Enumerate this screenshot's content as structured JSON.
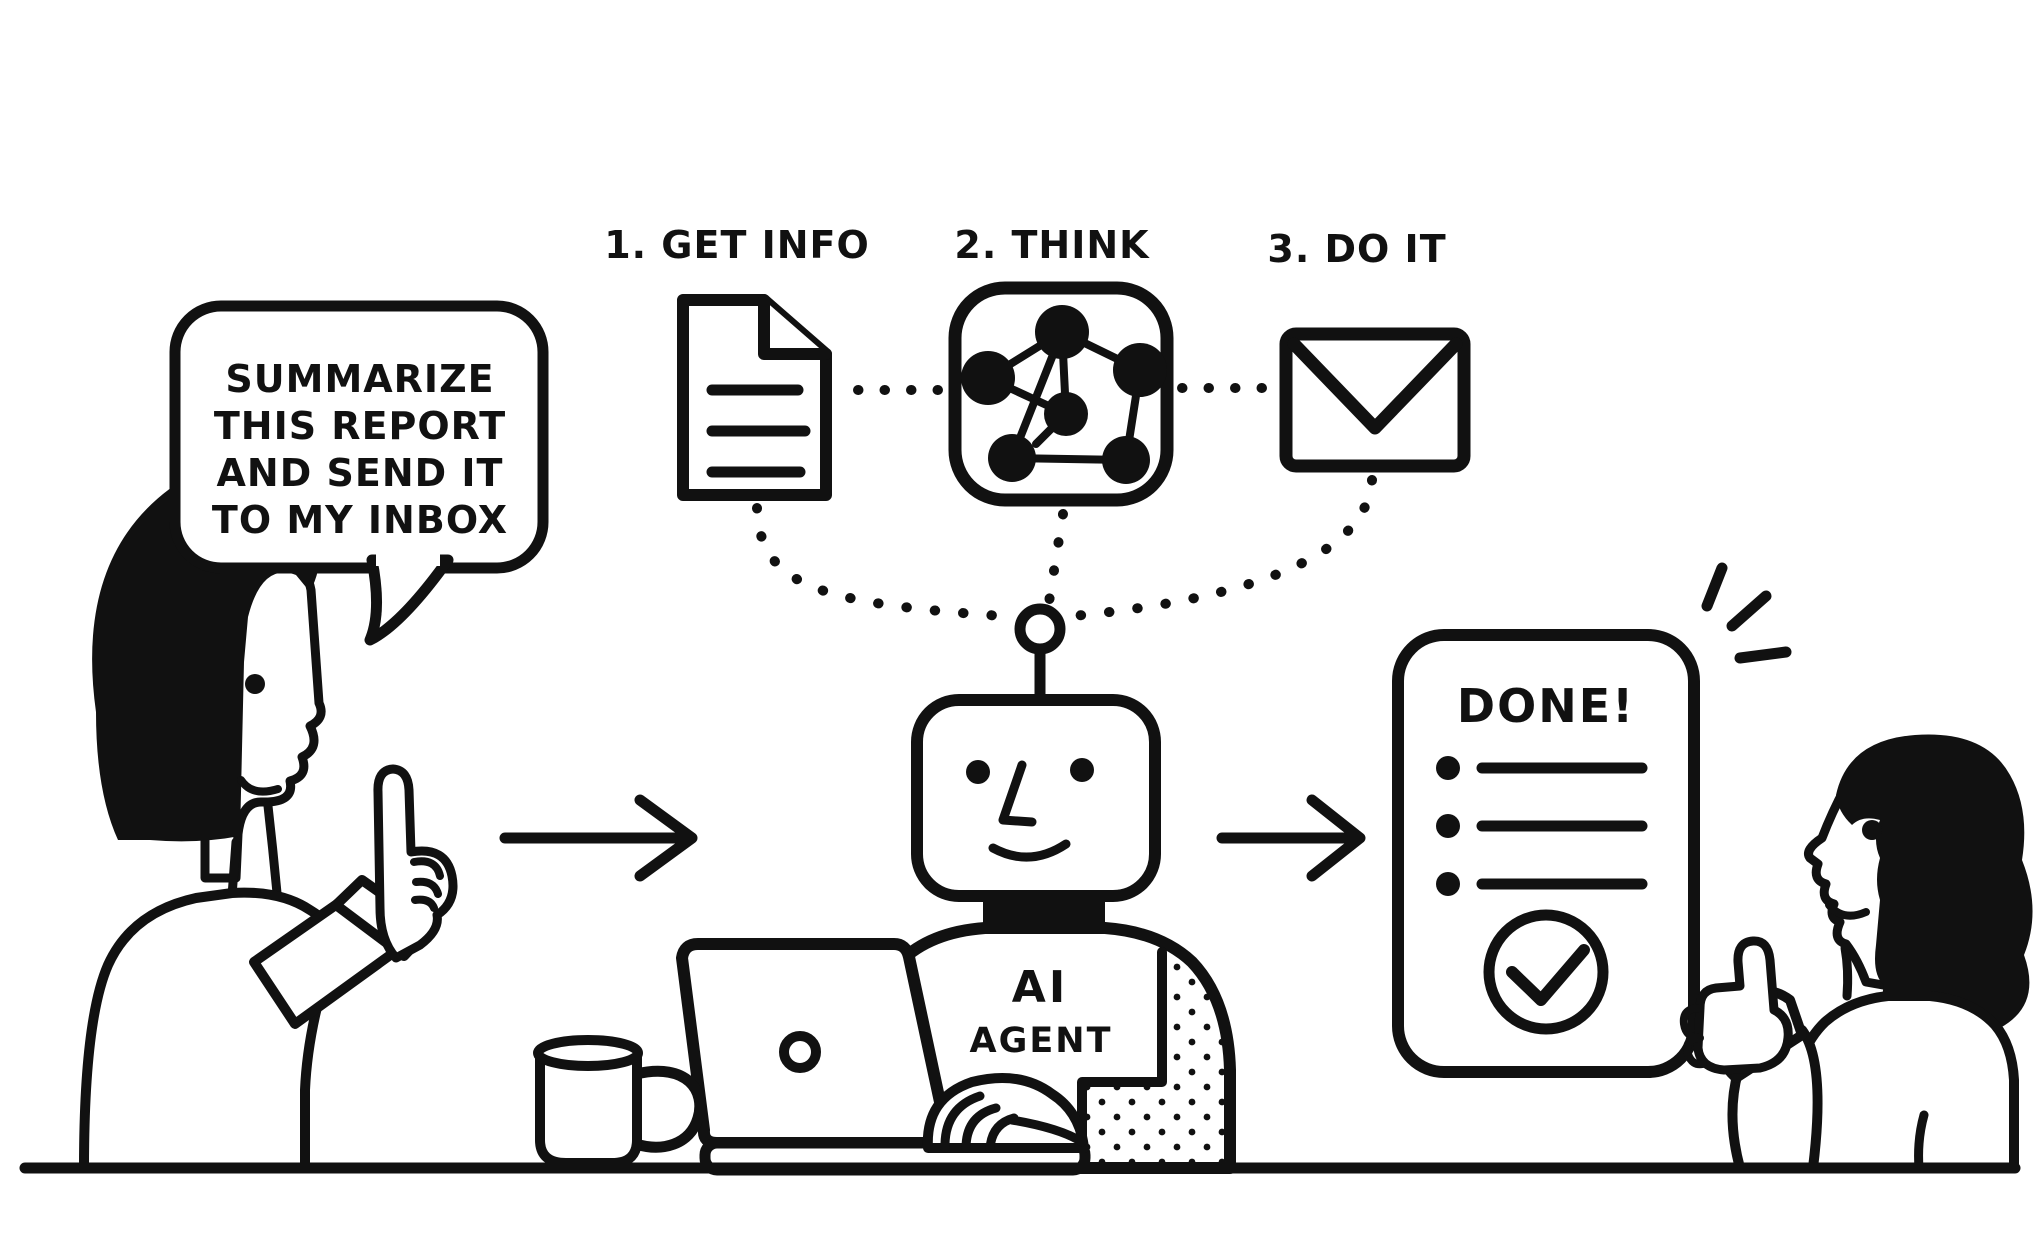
{
  "speech_bubble": {
    "lines": [
      "SUMMARIZE",
      "THIS REPORT",
      "AND SEND IT",
      "TO MY INBOX"
    ]
  },
  "steps": [
    {
      "label": "1. GET INFO",
      "icon": "document-icon"
    },
    {
      "label": "2. THINK",
      "icon": "neural-network-icon"
    },
    {
      "label": "3. DO IT",
      "icon": "envelope-icon"
    }
  ],
  "robot_label": {
    "line1": "AI",
    "line2": "AGENT"
  },
  "result_card": {
    "title": "DONE!",
    "checklist_rows": 3,
    "icon": "check-circle-icon"
  },
  "colors": {
    "ink": "#111111",
    "paper": "#ffffff"
  }
}
